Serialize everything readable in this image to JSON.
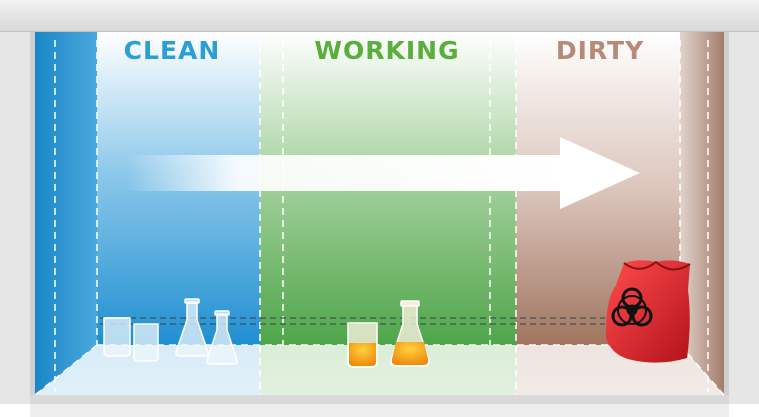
{
  "zones": [
    {
      "label": "CLEAN",
      "color": "#2a9fd6",
      "tint": "#1f8fd1"
    },
    {
      "label": "WORKING",
      "color": "#5aae3c",
      "tint": "#4fa54a"
    },
    {
      "label": "DIRTY",
      "color": "#b58a78",
      "tint": "#a07560"
    }
  ],
  "flow_direction": "left-to-right",
  "items": {
    "clean": [
      "beaker",
      "beaker",
      "erlenmeyer-flask",
      "erlenmeyer-flask"
    ],
    "working": [
      "beaker-with-liquid",
      "erlenmeyer-flask-with-liquid"
    ],
    "dirty": [
      "biohazard-waste-bag"
    ]
  },
  "liquid_color": "#f3a51c",
  "biohazard_color": "#d42626"
}
